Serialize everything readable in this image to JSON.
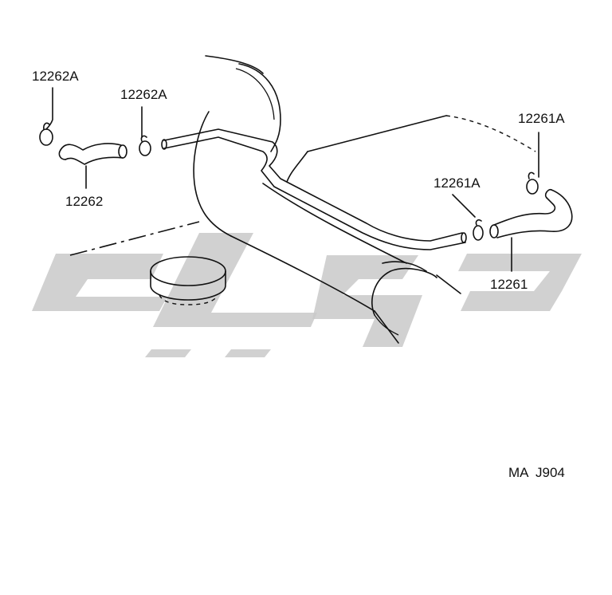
{
  "callouts": {
    "clamp_left_top": "12262A",
    "clamp_left_mid": "12262A",
    "hose_left": "12262",
    "clamp_right_mid": "12261A",
    "clamp_right_top": "12261A",
    "hose_right": "12261"
  },
  "figure_code": "MA  J904",
  "watermark": {
    "color": "#c9c9c9"
  },
  "icons": [
    "hose-clamp-icon",
    "hose-icon",
    "oil-filler-cap-icon",
    "cylinder-head-cover-icon",
    "pcv-pipe-icon"
  ]
}
